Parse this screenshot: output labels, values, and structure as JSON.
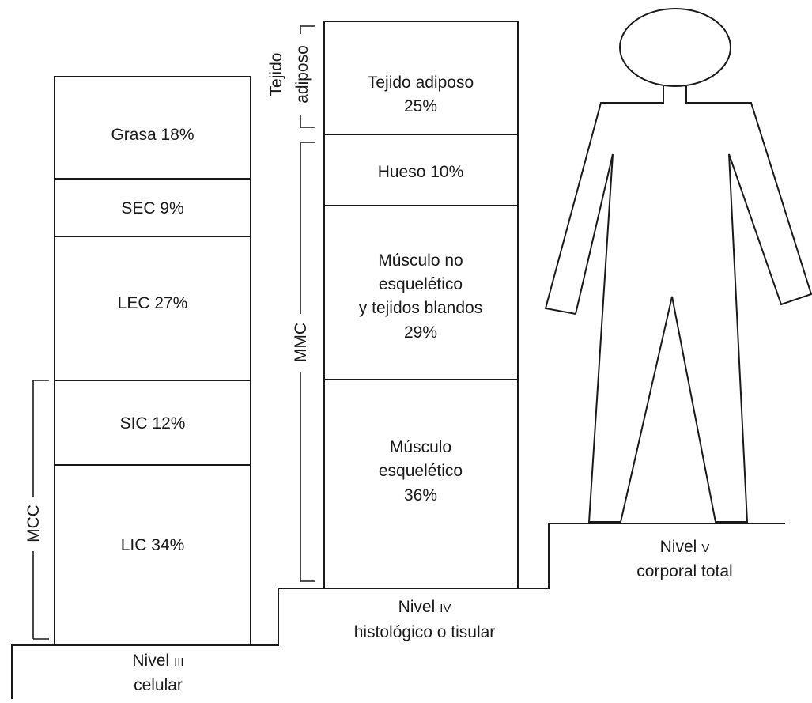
{
  "level3": {
    "segments": [
      {
        "label": "Grasa 18%"
      },
      {
        "label": "SEC 9%"
      },
      {
        "label": "LEC 27%"
      },
      {
        "label": "SIC 12%"
      },
      {
        "label": "LIC 34%"
      }
    ],
    "bracket_label": "MCC",
    "caption_line1": "Nivel",
    "caption_numeral": "III",
    "caption_line2": "celular"
  },
  "level4": {
    "segments": [
      {
        "lines": [
          "Tejido adiposo",
          "25%"
        ]
      },
      {
        "lines": [
          "Hueso 10%"
        ]
      },
      {
        "lines": [
          "Músculo no",
          "esquelético",
          "y tejidos blandos",
          "29%"
        ]
      },
      {
        "lines": [
          "Músculo",
          "esquelético",
          "36%"
        ]
      }
    ],
    "bracket_top_label_1": "Tejido",
    "bracket_top_label_2": "adiposo",
    "bracket_bottom_label": "MMC",
    "caption_line1": "Nivel",
    "caption_numeral": "IV",
    "caption_line2": "histológico o tisular"
  },
  "level5": {
    "caption_line1": "Nivel",
    "caption_numeral": "V",
    "caption_line2": "corporal total"
  }
}
